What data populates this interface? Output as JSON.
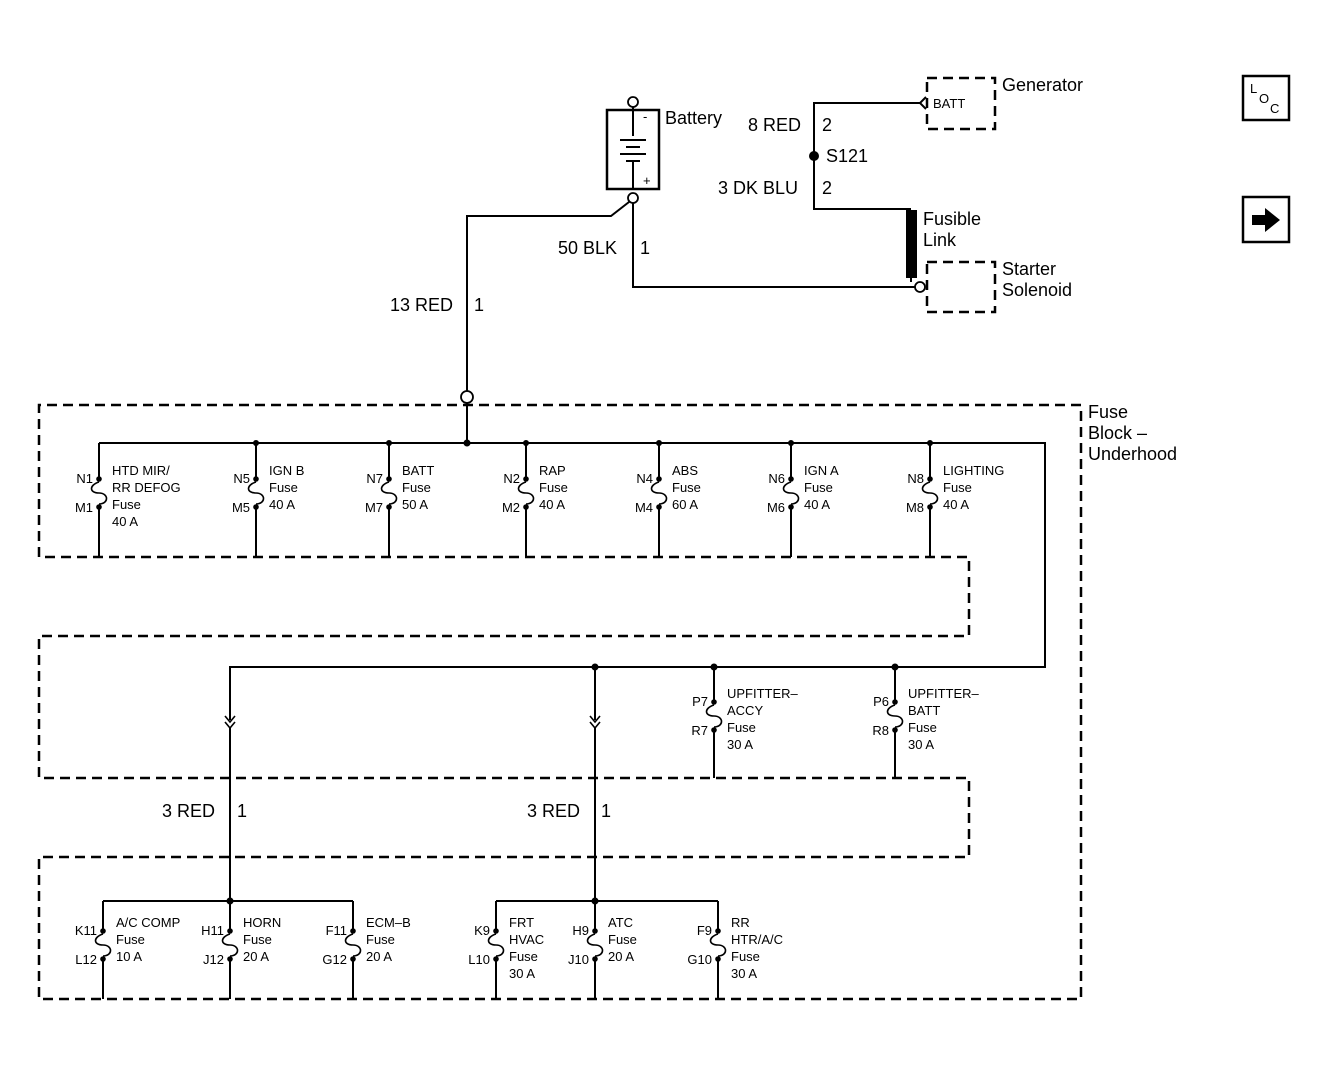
{
  "battery": {
    "label": "Battery",
    "minus": "-",
    "plus": "+"
  },
  "generator": {
    "label": "Generator",
    "terminal": "BATT"
  },
  "starter": {
    "line1": "Starter",
    "line2": "Solenoid"
  },
  "fusible_link": {
    "line1": "Fusible",
    "line2": "Link"
  },
  "splice": "S121",
  "wires": {
    "red8": "8 RED",
    "red8_pin": "2",
    "dkblu3": "3 DK BLU",
    "dkblu3_pin": "2",
    "blk50": "50 BLK",
    "blk50_pin": "1",
    "red13": "13 RED",
    "red13_pin": "1",
    "red3a": "3 RED",
    "red3a_pin": "1",
    "red3b": "3 RED",
    "red3b_pin": "1"
  },
  "fuse_block": {
    "line1": "Fuse",
    "line2": "Block –",
    "line3": "Underhood"
  },
  "icons": {
    "loc": {
      "l": "L",
      "o": "O",
      "c": "C"
    },
    "arrow": "right-arrow-icon"
  },
  "fuses_row1": [
    {
      "top": "N1",
      "bot": "M1",
      "l1": "HTD MIR/",
      "l2": "RR DEFOG",
      "l3": "Fuse",
      "l4": "40 A"
    },
    {
      "top": "N5",
      "bot": "M5",
      "l1": "IGN B",
      "l2": "Fuse",
      "l3": "40 A",
      "l4": ""
    },
    {
      "top": "N7",
      "bot": "M7",
      "l1": "BATT",
      "l2": "Fuse",
      "l3": "50 A",
      "l4": ""
    },
    {
      "top": "N2",
      "bot": "M2",
      "l1": "RAP",
      "l2": "Fuse",
      "l3": "40 A",
      "l4": ""
    },
    {
      "top": "N4",
      "bot": "M4",
      "l1": "ABS",
      "l2": "Fuse",
      "l3": "60 A",
      "l4": ""
    },
    {
      "top": "N6",
      "bot": "M6",
      "l1": "IGN A",
      "l2": "Fuse",
      "l3": "40 A",
      "l4": ""
    },
    {
      "top": "N8",
      "bot": "M8",
      "l1": "LIGHTING",
      "l2": "Fuse",
      "l3": "40 A",
      "l4": ""
    }
  ],
  "fuses_row2": [
    {
      "top": "P7",
      "bot": "R7",
      "l1": "UPFITTER–",
      "l2": "ACCY",
      "l3": "Fuse",
      "l4": "30 A"
    },
    {
      "top": "P6",
      "bot": "R8",
      "l1": "UPFITTER–",
      "l2": "BATT",
      "l3": "Fuse",
      "l4": "30 A"
    }
  ],
  "fuses_row3": [
    {
      "top": "K11",
      "bot": "L12",
      "l1": "A/C COMP",
      "l2": "Fuse",
      "l3": "10 A",
      "l4": ""
    },
    {
      "top": "H11",
      "bot": "J12",
      "l1": "HORN",
      "l2": "Fuse",
      "l3": "20 A",
      "l4": ""
    },
    {
      "top": "F11",
      "bot": "G12",
      "l1": "ECM–B",
      "l2": "Fuse",
      "l3": "20 A",
      "l4": ""
    },
    {
      "top": "K9",
      "bot": "L10",
      "l1": "FRT",
      "l2": "HVAC",
      "l3": "Fuse",
      "l4": "30 A"
    },
    {
      "top": "H9",
      "bot": "J10",
      "l1": "ATC",
      "l2": "Fuse",
      "l3": "20 A",
      "l4": ""
    },
    {
      "top": "F9",
      "bot": "G10",
      "l1": "RR",
      "l2": "HTR/A/C",
      "l3": "Fuse",
      "l4": "30 A"
    }
  ]
}
